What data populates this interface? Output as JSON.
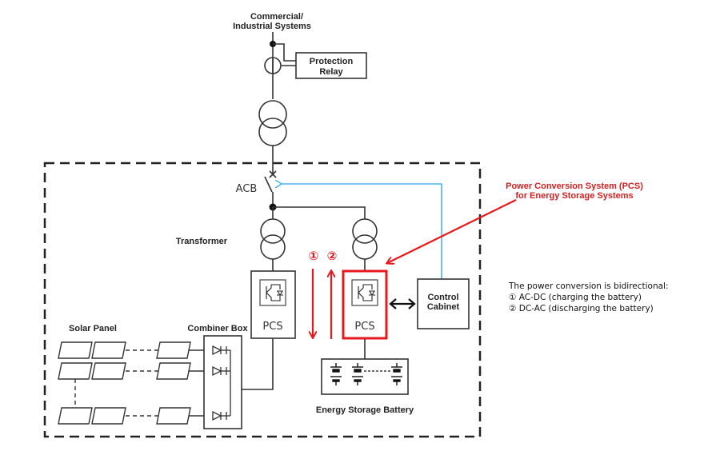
{
  "diagram": {
    "grid_label_line1": "Commercial/",
    "grid_label_line2": "Industrial Systems",
    "protection_relay_line1": "Protection",
    "protection_relay_line2": "Relay",
    "acb_label": "ACB",
    "transformer_label": "Transformer",
    "pcs_left_label": "PCS",
    "pcs_right_label": "PCS",
    "control_cabinet_line1": "Control",
    "control_cabinet_line2": "Cabinet",
    "solar_panel_label": "Solar Panel",
    "combiner_box_label": "Combiner Box",
    "battery_label": "Energy Storage Battery",
    "flow_marker_1": "①",
    "flow_marker_2": "②",
    "callout_line1": "Power Conversion System (PCS)",
    "callout_line2": "for Energy Storage Systems",
    "note_line1": "The power conversion is bidirectional:",
    "note_line2": "① AC-DC (charging the battery)",
    "note_line3": "② DC-AC (discharging the battery)"
  },
  "colors": {
    "highlight_red": "#e8191e",
    "control_signal_blue": "#4db3f0",
    "line_dark": "#333333"
  }
}
